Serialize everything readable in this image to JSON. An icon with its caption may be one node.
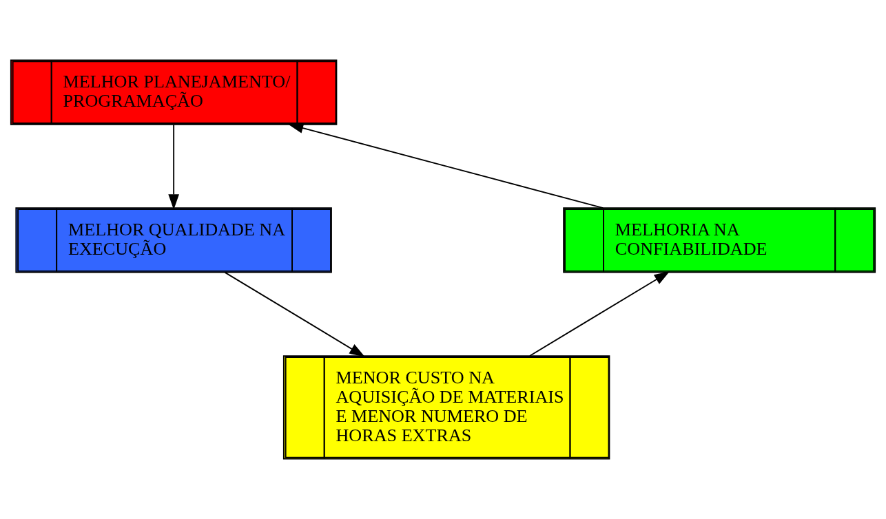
{
  "diagram": {
    "nodes": [
      {
        "text": [
          "MELHOR PLANEJAMENTO/PROGRAMAÇÃO"
        ]
      },
      {
        "text": [
          "MELHOR QUALIDADE NA EXECUÇÃO"
        ]
      },
      {
        "text": [
          "MENOR CUSTO NA AQUISIÇÃO DE MATERIAIS E MENOR NUMERO DE HORAS EXTRAS"
        ]
      },
      {
        "text": [
          "MELHORIA NA CONFIABILIDADE"
        ]
      }
    ],
    "edges": [
      {
        "from": 0,
        "to": 1,
        "arrow": "to"
      },
      {
        "from": 1,
        "to": 2,
        "arrow": "to"
      },
      {
        "from": 2,
        "to": 3,
        "arrow": "to"
      },
      {
        "from": 3,
        "to": 0,
        "arrow": "to"
      }
    ]
  }
}
